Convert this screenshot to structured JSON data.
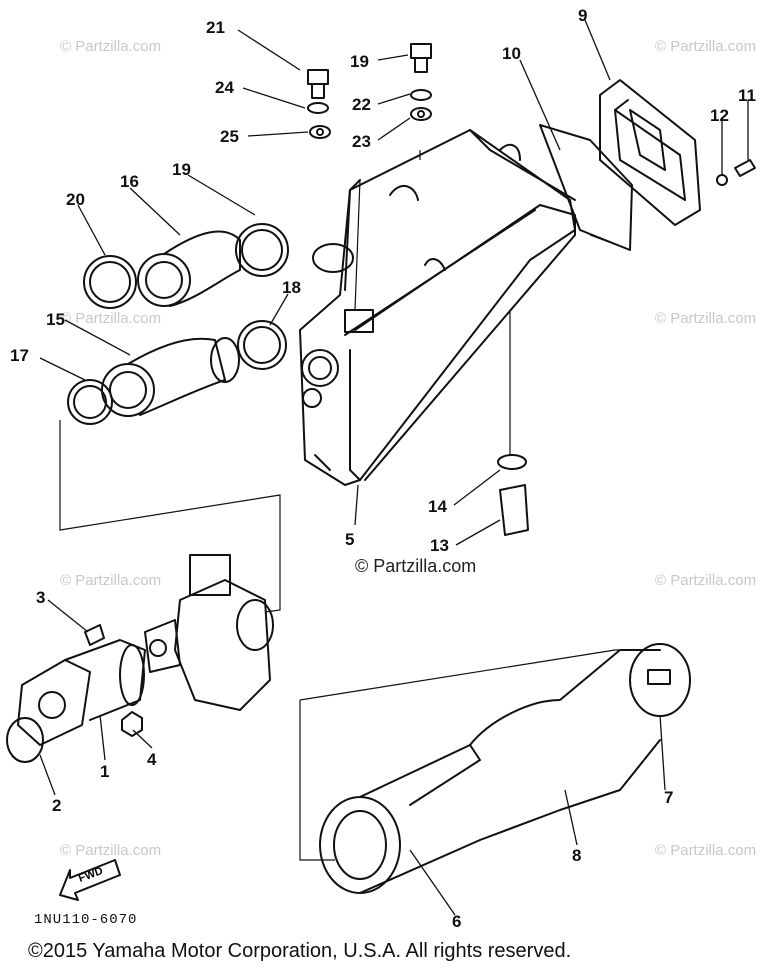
{
  "callouts": [
    "1",
    "2",
    "3",
    "4",
    "5",
    "6",
    "7",
    "8",
    "9",
    "10",
    "11",
    "12",
    "13",
    "14",
    "15",
    "16",
    "17",
    "18",
    "19",
    "19",
    "20",
    "21",
    "22",
    "23",
    "24",
    "25"
  ],
  "center_watermark": "© Partzilla.com",
  "corner_watermark": "© Partzilla.com",
  "fwd_label": "FWD",
  "diagram_code": "1NU110-6070",
  "copyright": "©2015 Yamaha Motor Corporation, U.S.A. All rights reserved."
}
